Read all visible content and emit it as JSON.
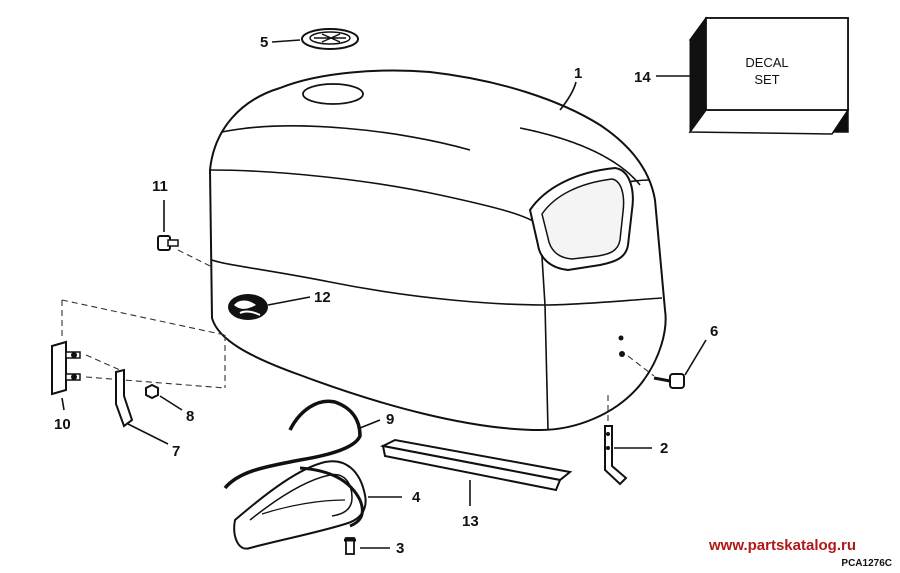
{
  "callouts": {
    "c1": "1",
    "c2": "2",
    "c3": "3",
    "c4": "4",
    "c5": "5",
    "c6": "6",
    "c7": "7",
    "c8": "8",
    "c9": "9",
    "c10": "10",
    "c11": "11",
    "c12": "12",
    "c13": "13",
    "c14": "14"
  },
  "decal_box": {
    "line1": "DECAL",
    "line2": "SET"
  },
  "watermark": "www.partskatalog.ru",
  "drawing_code": "PCA1276C",
  "colors": {
    "ink": "#111111",
    "watermark": "#b01818",
    "paper": "#ffffff"
  }
}
